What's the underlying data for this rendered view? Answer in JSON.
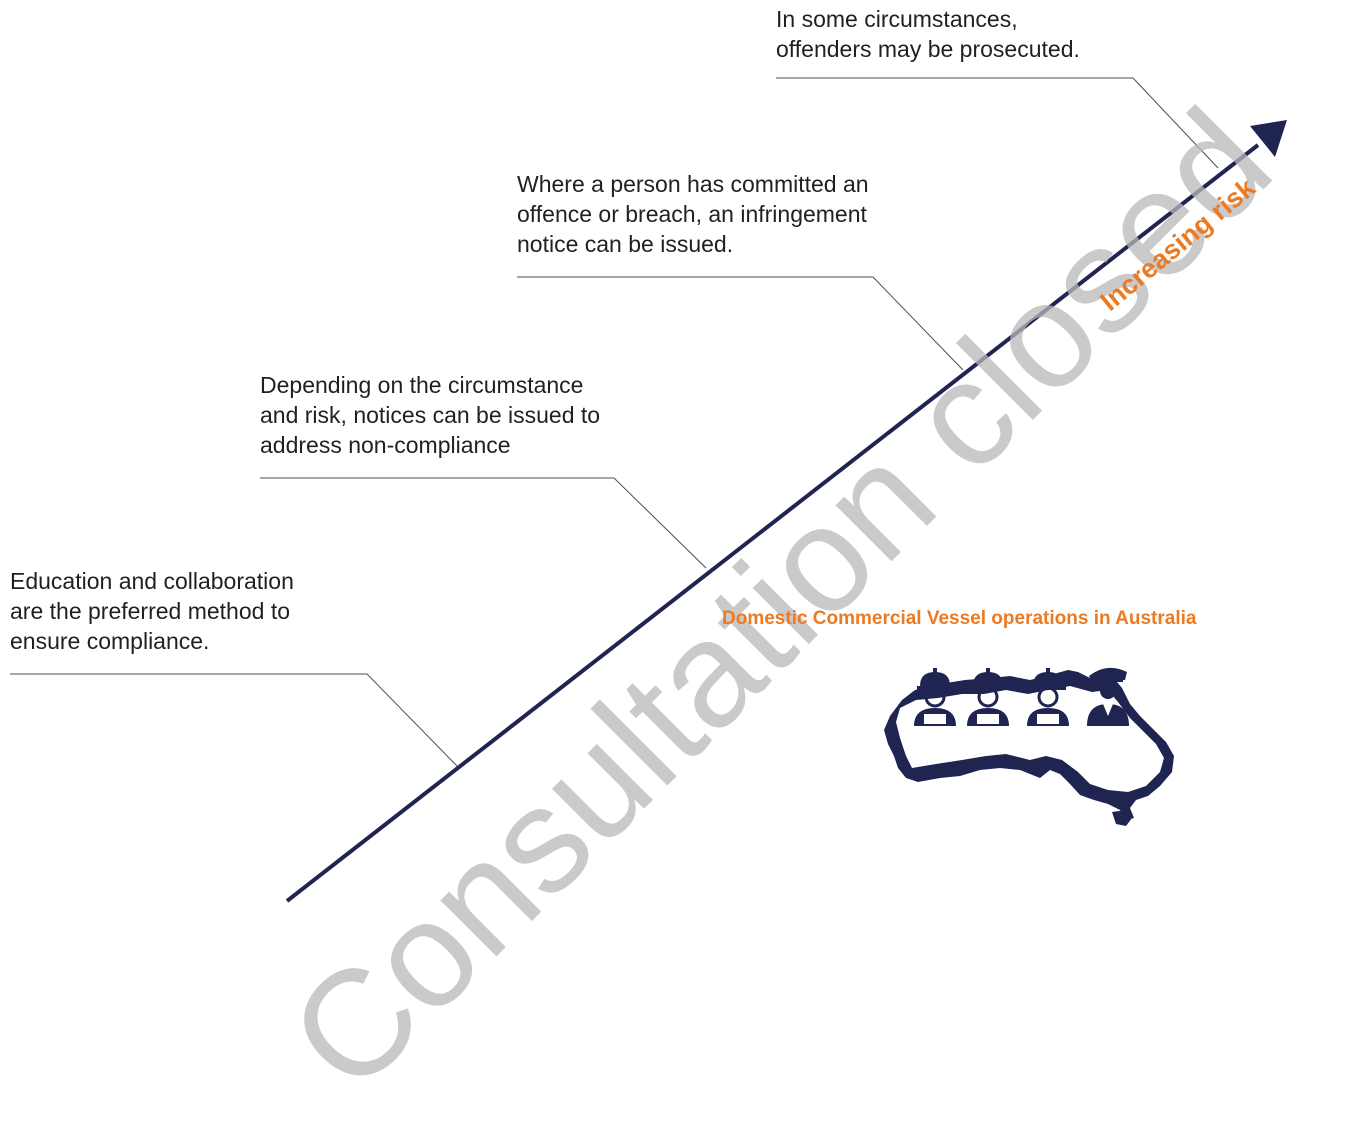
{
  "axis": {
    "label": "Increasing risk",
    "colors": {
      "arrow": "#1f2451",
      "label": "#ec7a23",
      "leader": "#4d4d4d"
    }
  },
  "levels": [
    {
      "text": "Education and collaboration\nare the preferred method to\nensure compliance."
    },
    {
      "text": "Depending on the circumstance\nand risk, notices can be issued to\naddress non-compliance"
    },
    {
      "text": "Where a person has committed an\noffence or breach, an infringement\nnotice can be issued."
    },
    {
      "text": "In some circumstances,\noffenders may be prosecuted."
    }
  ],
  "caption": {
    "text": "Domestic Commercial Vessel operations in Australia",
    "color": "#ec7a23"
  },
  "illustration": {
    "icon": "australia-map-with-crew-icon",
    "figures": [
      "worker-hardhat-icon",
      "worker-hardhat-icon",
      "worker-hardhat-icon",
      "captain-icon"
    ],
    "color": "#1f2451"
  },
  "watermark": {
    "text": "Consultation closed"
  }
}
